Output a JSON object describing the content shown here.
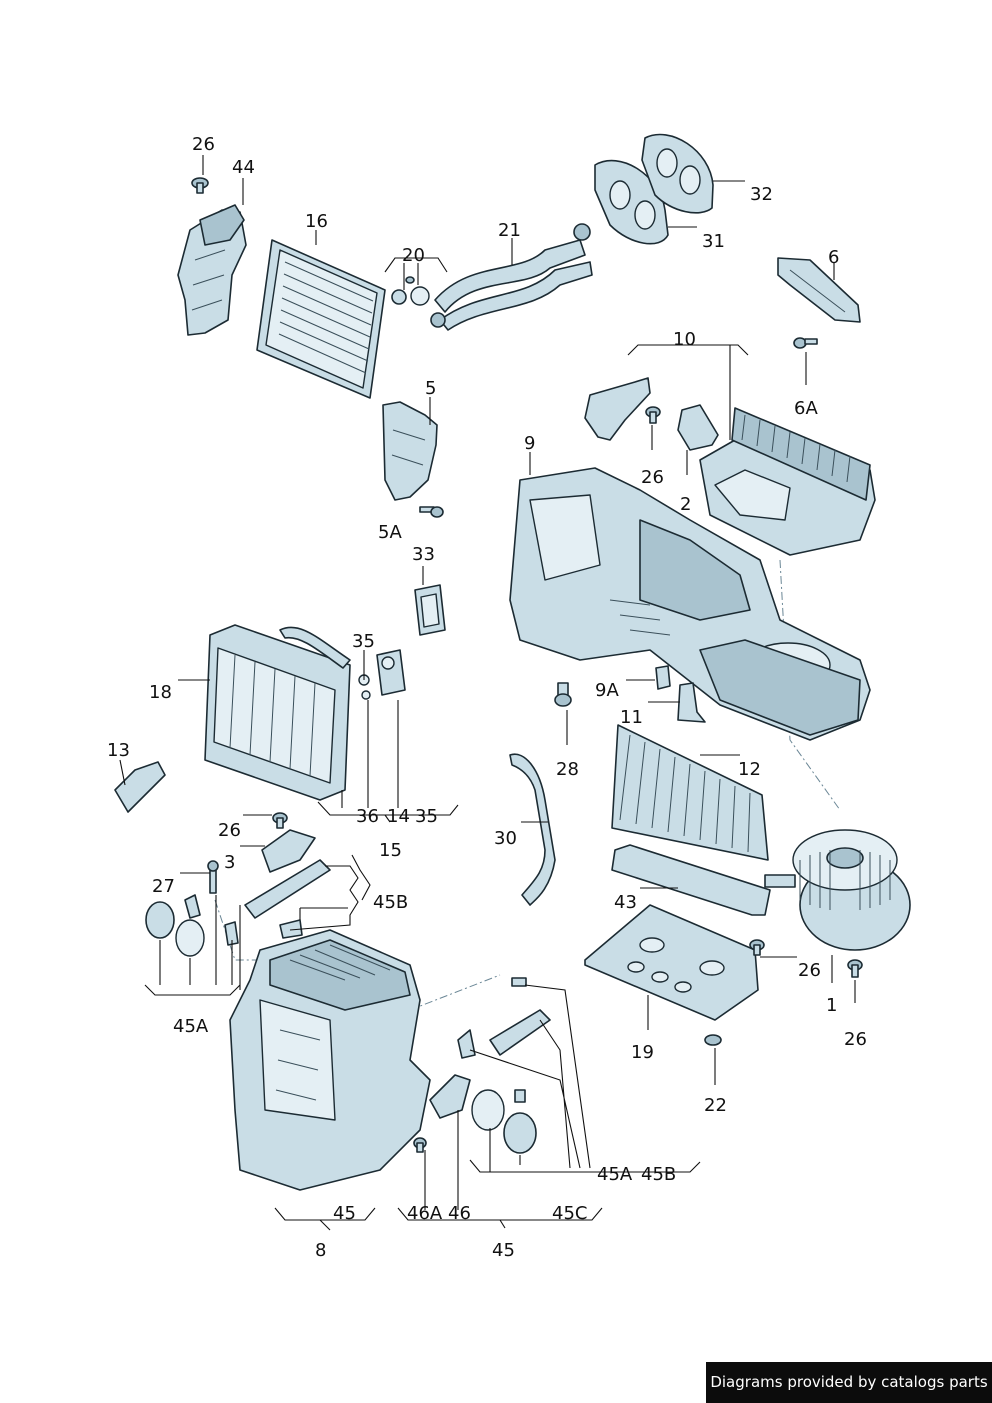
{
  "callouts": {
    "c26a": "26",
    "c44": "44",
    "c16": "16",
    "c20": "20",
    "c21": "21",
    "c32": "32",
    "c31": "31",
    "c6": "6",
    "c6a": "6A",
    "c10": "10",
    "c5": "5",
    "c9": "9",
    "c26b": "26",
    "c2": "2",
    "c5a": "5A",
    "c33": "33",
    "c35a": "35",
    "c18": "18",
    "c9a": "9A",
    "c11": "11",
    "c13": "13",
    "c28": "28",
    "c12": "12",
    "c36": "36",
    "c14": "14",
    "c35b": "35",
    "c26c": "26",
    "c30": "30",
    "c15": "15",
    "c3": "3",
    "c27": "27",
    "c45b1": "45B",
    "c43": "43",
    "c26d": "26",
    "c1": "1",
    "c45a1": "45A",
    "c19": "19",
    "c26e": "26",
    "c22": "22",
    "c45a2": "45A",
    "c45b2": "45B",
    "c45a3": "45",
    "c46a": "46A",
    "c46": "46",
    "c45c": "45C",
    "c8": "8",
    "c45b3": "45"
  },
  "footer": {
    "credit": "Diagrams provided by catalogs parts"
  }
}
